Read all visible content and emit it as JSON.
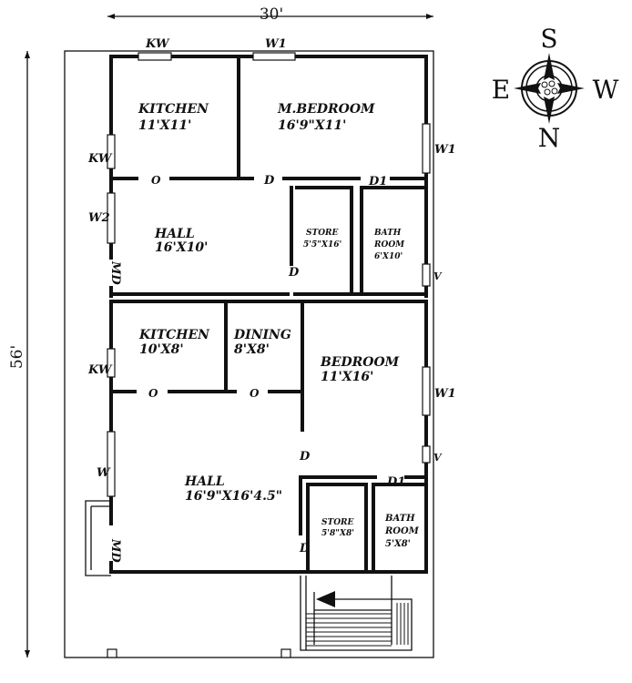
{
  "dimensions": {
    "width": "30'",
    "length": "56'"
  },
  "compass": {
    "top": "S",
    "left": "E",
    "right": "W",
    "bottom": "N"
  },
  "first_unit": {
    "kitchen": {
      "name": "KITCHEN",
      "size": "11'X11'"
    },
    "master_bedroom": {
      "name": "M.BEDROOM",
      "size": "16'9\"X11'"
    },
    "hall": {
      "name": "HALL",
      "size": "16'X10'"
    },
    "store": {
      "name": "STORE",
      "size": "5'5\"X16'"
    },
    "bath": {
      "name1": "BATH",
      "name2": "ROOM",
      "size": "6'X10'"
    }
  },
  "second_unit": {
    "kitchen": {
      "name": "KITCHEN",
      "size": "10'X8'"
    },
    "dining": {
      "name": "DINING",
      "size": "8'X8'"
    },
    "bedroom": {
      "name": "BEDROOM",
      "size": "11'X16'"
    },
    "hall": {
      "name": "HALL",
      "size": "16'9\"X16'4.5\""
    },
    "store": {
      "name": "STORE",
      "size": "5'8\"X8'"
    },
    "bath": {
      "name1": "BATH",
      "name2": "ROOM",
      "size": "5'X8'"
    }
  },
  "labels": {
    "kw": "KW",
    "w1": "W1",
    "w2": "W2",
    "w": "W",
    "md": "MD",
    "d": "D",
    "d1": "D1",
    "o": "O",
    "v": "V"
  }
}
